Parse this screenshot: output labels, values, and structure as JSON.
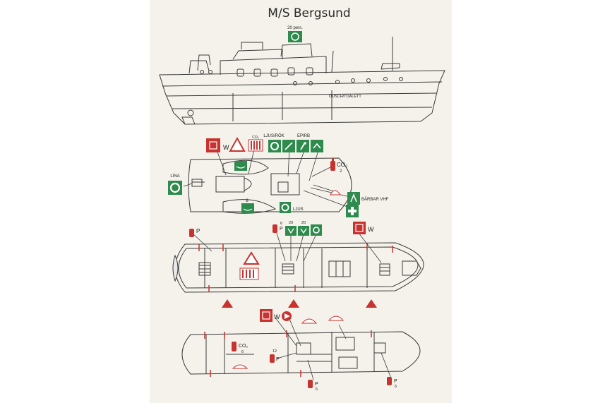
{
  "title": "M/S Bergsund",
  "labels": {
    "pers": "20 pers.",
    "w_upper": "W",
    "co2_upper_icon": "CO₂",
    "ljus_rok": "LJUS/RÖK",
    "epirb": "EPIRB",
    "co2_upper": "CO₂",
    "co2_upper_num": "2",
    "lina": "LINA",
    "boat_count": "8",
    "ljus": "LJUS",
    "barbar_vhf": "BÄRBAR VHF",
    "dusch": "DUSCH/TOALETT",
    "p_main_left": "P",
    "p_main_mid": "P",
    "p_main_mid_num": "6",
    "n20a": "20",
    "n20b": "20",
    "w_main": "W",
    "w_lower": "W",
    "co2_lower": "CO₂",
    "co2_lower_num": "6",
    "p_lower_12": "12",
    "p_lower_left": "P",
    "p_lower_bottom": "P",
    "p_lower_bottom_num": "6",
    "p_lower_right": "P",
    "p_lower_right_num": "6"
  },
  "colors": {
    "page": "#f4f2ea",
    "line": "#3a3a3a",
    "red": "#c8322f",
    "green": "#2f8a4e",
    "orange": "#e35a2b"
  }
}
